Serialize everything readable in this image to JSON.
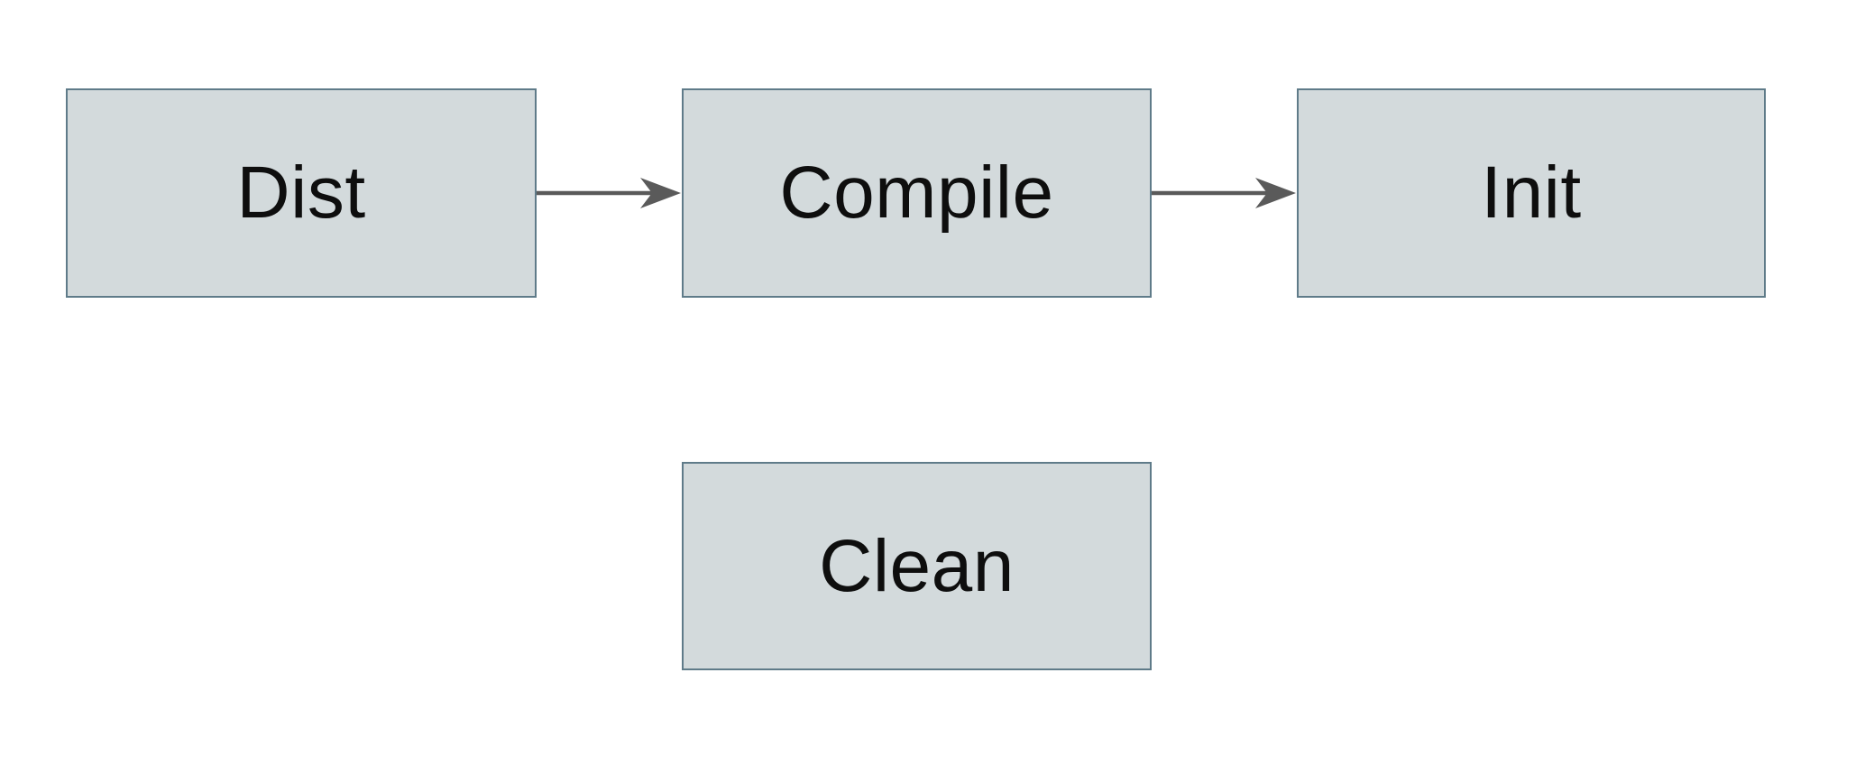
{
  "diagram": {
    "colors": {
      "canvas-bg": "#ffffff",
      "node-fill": "#d3dadc",
      "node-border": "#5f7b89",
      "arrow-color": "#5a5a5a",
      "text-color": "#0e0e0e"
    },
    "nodes": [
      {
        "id": "dist",
        "label": "Dist"
      },
      {
        "id": "compile",
        "label": "Compile"
      },
      {
        "id": "init",
        "label": "Init"
      },
      {
        "id": "clean",
        "label": "Clean"
      }
    ],
    "edges": [
      {
        "from": "Dist",
        "to": "Compile"
      },
      {
        "from": "Compile",
        "to": "Init"
      }
    ]
  }
}
